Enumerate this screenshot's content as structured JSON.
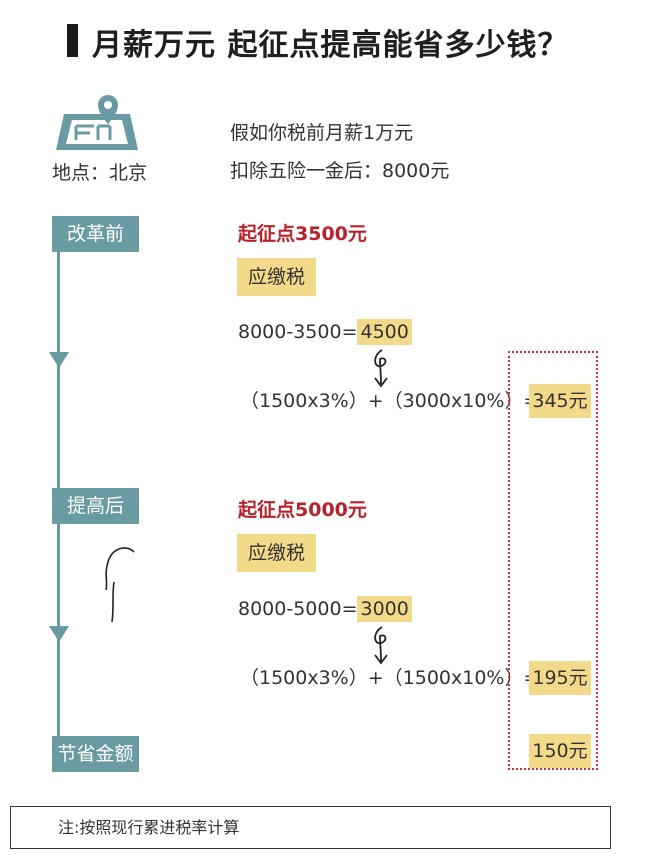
{
  "title": "月薪万元 起征点提高能省多少钱？",
  "location": "地点：北京",
  "intro": {
    "line1": "假如你税前月薪1万元",
    "line2": "扣除五险一金后：8000元"
  },
  "before": {
    "label": "改革前",
    "threshold": "起征点3500元",
    "tax_tag": "应缴税",
    "calc_prefix": "8000-3500=",
    "calc_result": "4500",
    "formula": "（1500x3%）+（3000x10%）=",
    "result": "345元"
  },
  "after": {
    "label": "提高后",
    "threshold": "起征点5000元",
    "tax_tag": "应缴税",
    "calc_prefix": "8000-5000=",
    "calc_result": "3000",
    "formula": "（1500x3%）+（1500x10%）=",
    "result": "195元"
  },
  "savings": {
    "label": "节省金额",
    "result": "150元"
  },
  "note": "注:按照现行累进税率计算",
  "colors": {
    "teal": "#6a9ba3",
    "highlight": "#f3da8b",
    "red": "#b9212a"
  }
}
